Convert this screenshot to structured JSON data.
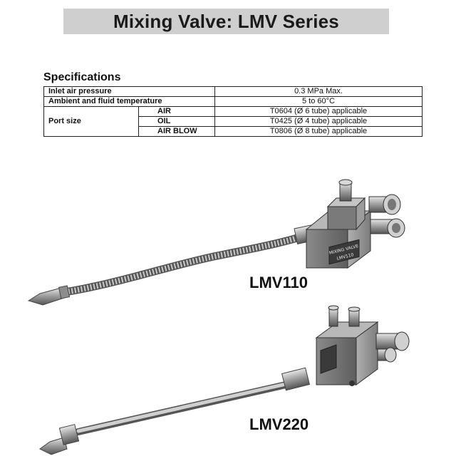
{
  "title": "Mixing Valve: LMV Series",
  "specifications": {
    "heading": "Specifications",
    "inlet_air_pressure": {
      "label": "Inlet air pressure",
      "value": "0.3 MPa Max."
    },
    "ambient_fluid_temperature": {
      "label": "Ambient and fluid temperature",
      "value": "5 to 60°C"
    },
    "port_size": {
      "label": "Port size",
      "rows": [
        {
          "name": "AIR",
          "value": "T0604 (Ø 6 tube) applicable"
        },
        {
          "name": "OIL",
          "value": "T0425 (Ø 4 tube) applicable"
        },
        {
          "name": "AIR BLOW",
          "value": "T0806 (Ø 8 tube) applicable"
        }
      ]
    }
  },
  "products": [
    {
      "model": "LMV110",
      "nameplate": [
        "MIXING VALVE",
        "LMV110"
      ]
    },
    {
      "model": "LMV220"
    }
  ]
}
